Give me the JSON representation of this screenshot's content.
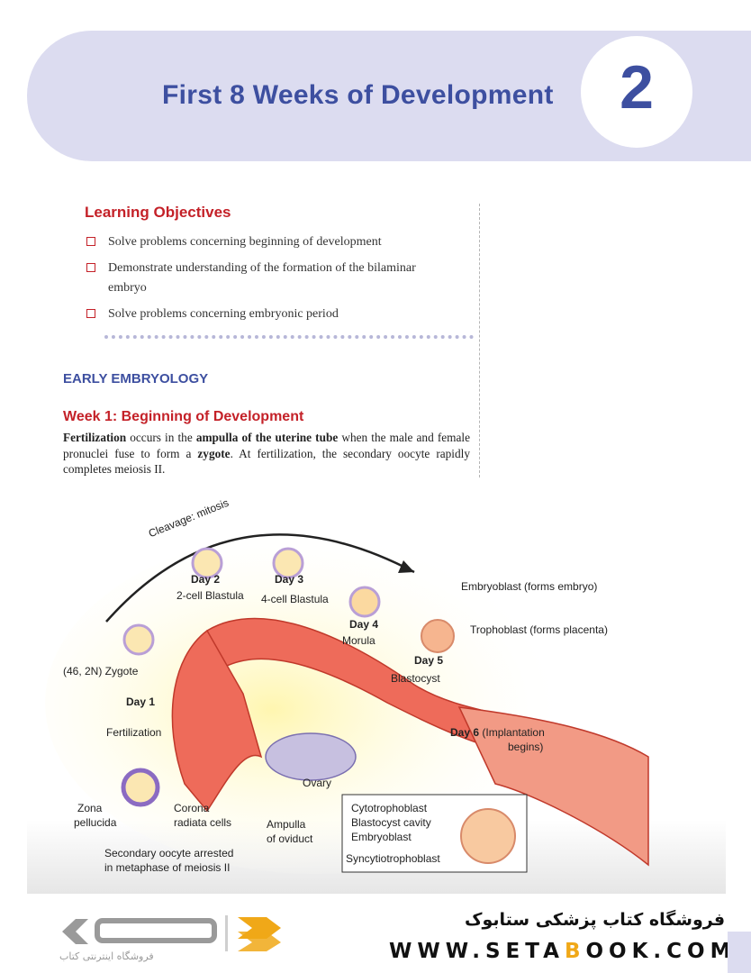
{
  "header": {
    "chapter_title": "First 8 Weeks of Development",
    "chapter_number": "2"
  },
  "learning_objectives": {
    "title": "Learning Objectives",
    "items": [
      "Solve problems concerning beginning of development",
      "Demonstrate understanding of the formation of the bilaminar embryo",
      "Solve problems concerning embryonic period"
    ]
  },
  "section": {
    "heading": "EARLY EMBRYOLOGY",
    "subheading": "Week 1: Beginning of Development",
    "paragraph": {
      "t1": "Fertilization",
      "t2": " occurs in the ",
      "t3": "ampulla of the uterine tube",
      "t4": " when the male and female pronuclei fuse to form a ",
      "t5": "zygote",
      "t6": ". At fertilization, the secondary oocyte rapidly completes meiosis II."
    }
  },
  "figure": {
    "cleavage": "Cleavage: mitosis",
    "day2": "Day 2",
    "day2_desc": "2-cell Blastula",
    "day3": "Day 3",
    "day3_desc": "4-cell Blastula",
    "day4": "Day 4",
    "day4_desc": "Morula",
    "day5": "Day 5",
    "day5_desc": "Blastocyst",
    "day1": "Day 1",
    "zygote": "(46, 2N) Zygote",
    "embryoblast_forms": "Embryoblast (forms embryo)",
    "trophoblast_forms": "Trophoblast (forms placenta)",
    "day6": "Day 6",
    "day6_desc_1": "(Implantation",
    "day6_desc_2": "begins)",
    "fertilization": "Fertilization",
    "ovary": "Ovary",
    "zona_1": "Zona",
    "zona_2": "pellucida",
    "corona_1": "Corona",
    "corona_2": "radiata cells",
    "ampulla_1": "Ampulla",
    "ampulla_2": "of oviduct",
    "oocyte_1": "Secondary oocyte arrested",
    "oocyte_2": "in metaphase of meiosis II",
    "inset_cytotrophoblast": "Cytotrophoblast",
    "inset_cavity": "Blastocyst cavity",
    "inset_embryoblast": "Embryoblast",
    "inset_syncytio": "Syncytiotrophoblast"
  },
  "footer": {
    "logo_sub": "فروشگاه اینترنتی کتاب",
    "store_name": "فروشگاه کتاب پزشکی ستابوک",
    "url_a": "WWW.",
    "url_b": "SETA",
    "url_c": "B",
    "url_d": "OOK.COM"
  },
  "colors": {
    "accent_blue": "#3d4fa0",
    "accent_red": "#c42128",
    "banner_bg": "#dcdcf0",
    "logo_orange": "#f0a818"
  }
}
